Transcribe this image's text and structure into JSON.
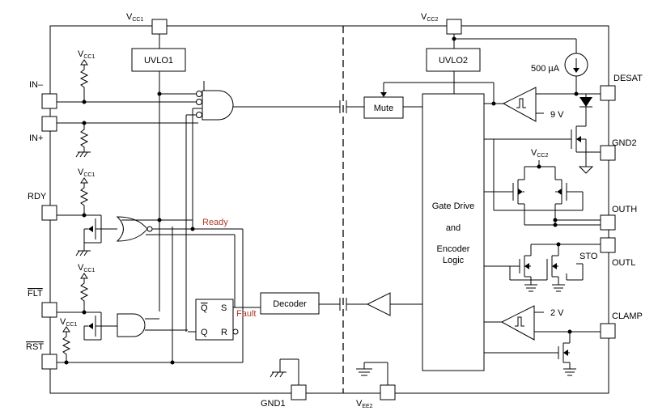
{
  "pins": {
    "vcc1": {
      "main": "V",
      "sub": "CC1"
    },
    "vcc2": {
      "main": "V",
      "sub": "CC2"
    },
    "vee2": {
      "main": "V",
      "sub": "EE2"
    },
    "in_minus": "IN–",
    "in_plus": "IN+",
    "rdy": "RDY",
    "flt": "FLT",
    "rst": "RST",
    "gnd1": "GND1",
    "desat": "DESAT",
    "gnd2": "GND2",
    "outh": "OUTH",
    "outl": "OUTL",
    "clamp": "CLAMP"
  },
  "blocks": {
    "uvlo1": "UVLO1",
    "uvlo2": "UVLO2",
    "mute": "Mute",
    "decoder": "Decoder",
    "gate_drive": [
      "Gate Drive",
      "and",
      "Encoder",
      "Logic"
    ]
  },
  "flipflop": {
    "q_bar": "Q",
    "s": "S",
    "q": "Q",
    "r": "R"
  },
  "labels": {
    "current_source": "500 µA",
    "ref_9v": "9 V",
    "ref_2v": "2 V",
    "sto": "STO",
    "ready": "Ready",
    "fault": "Fault",
    "vcc2_inner": {
      "main": "V",
      "sub": "CC2"
    },
    "vcc1_pullup": {
      "main": "V",
      "sub": "CC1"
    }
  }
}
